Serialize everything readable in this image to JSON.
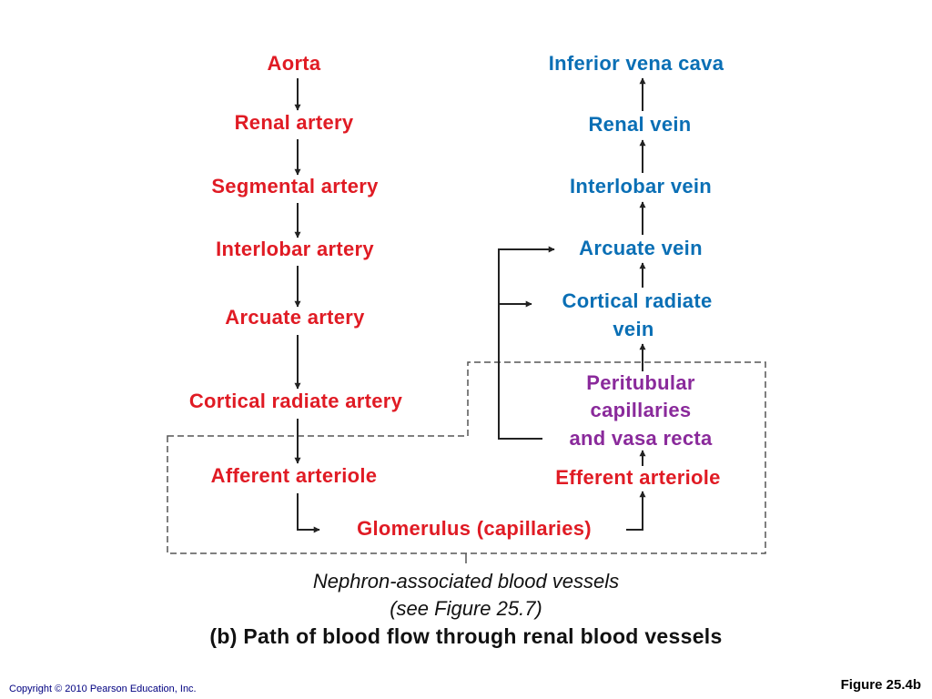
{
  "arterial_path": {
    "aorta": "Aorta",
    "renal_artery": "Renal artery",
    "segmental_artery": "Segmental artery",
    "interlobar_artery": "Interlobar artery",
    "arcuate_artery": "Arcuate artery",
    "cortical_radiate_artery": "Cortical radiate artery",
    "afferent_arteriole": "Afferent arteriole",
    "glomerulus": "Glomerulus (capillaries)",
    "efferent_arteriole": "Efferent arteriole"
  },
  "venous_path": {
    "inferior_vena_cava": "Inferior vena cava",
    "renal_vein": "Renal vein",
    "interlobar_vein": "Interlobar vein",
    "arcuate_vein": "Arcuate vein",
    "cortical_radiate_vein_line1": "Cortical radiate",
    "cortical_radiate_vein_line2": "vein"
  },
  "capillaries": {
    "line1": "Peritubular",
    "line2": "capillaries",
    "line3": "and vasa recta"
  },
  "caption": {
    "nephron_line1": "Nephron-associated blood vessels",
    "nephron_line2": "(see Figure 25.7)",
    "title": "(b) Path of blood flow through renal blood vessels"
  },
  "footer": {
    "copyright": "Copyright © 2010 Pearson Education, Inc.",
    "figure": "Figure 25.4b"
  },
  "colors": {
    "artery": "#e01b24",
    "vein": "#0a6fb5",
    "capillary": "#8a2a9b",
    "arrow": "#222222",
    "dashed_box": "#555555"
  }
}
